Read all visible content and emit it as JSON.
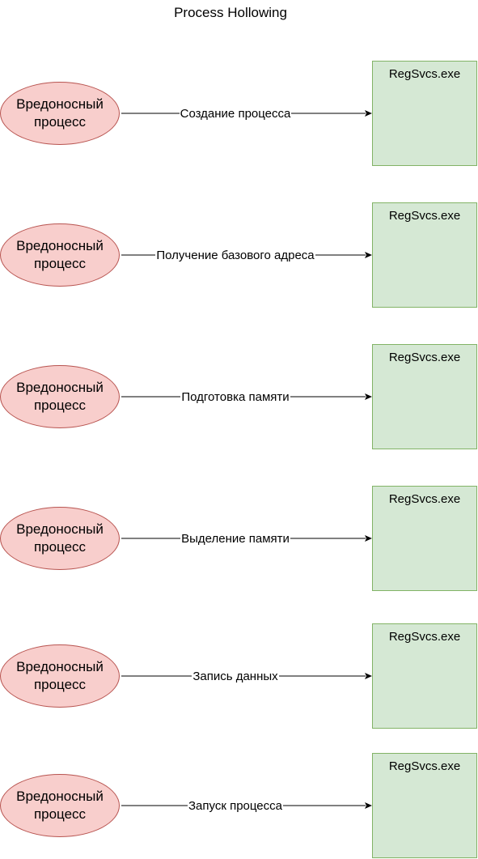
{
  "title": "Process Hollowing",
  "steps": [
    {
      "source": "Вредоносный процесс",
      "target": "RegSvcs.exe",
      "label": "Создание процесса"
    },
    {
      "source": "Вредоносный процесс",
      "target": "RegSvcs.exe",
      "label": "Получение базового адреса"
    },
    {
      "source": "Вредоносный процесс",
      "target": "RegSvcs.exe",
      "label": "Подготовка памяти"
    },
    {
      "source": "Вредоносный процесс",
      "target": "RegSvcs.exe",
      "label": "Выделение памяти"
    },
    {
      "source": "Вредоносный процесс",
      "target": "RegSvcs.exe",
      "label": "Запись данных"
    },
    {
      "source": "Вредоносный процесс",
      "target": "RegSvcs.exe",
      "label": "Запуск процесса"
    }
  ],
  "colors": {
    "source_fill": "#f8cecc",
    "source_stroke": "#b85450",
    "target_fill": "#d5e8d4",
    "target_stroke": "#82b366",
    "edge": "#000000"
  }
}
